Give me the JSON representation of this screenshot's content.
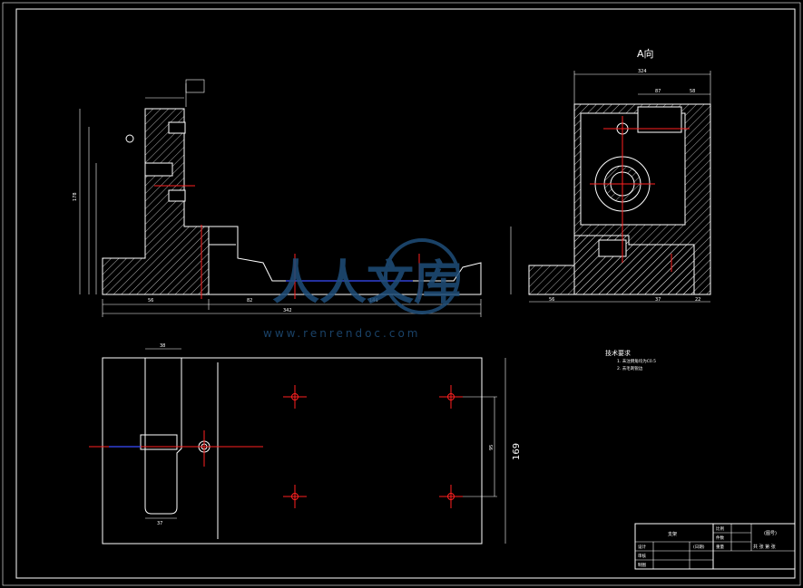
{
  "view_label": "A向",
  "technical_requirements": {
    "title": "技术要求",
    "items": [
      "1. 未注倒角均为C0.5",
      "2. 去毛刺锐边"
    ]
  },
  "watermark": {
    "brand": "人人文库",
    "url": "www.renrendoc.com"
  },
  "dimensions": {
    "front_bottom_1": "56",
    "front_bottom_2": "82",
    "front_bottom_3": "144",
    "front_total": "342",
    "front_height": "178",
    "side_top": "324",
    "side_sub_1": "87",
    "side_sub_2": "58",
    "side_bottom_1": "56",
    "side_bottom_2": "37",
    "side_bottom_3": "22",
    "plan_top": "38",
    "plan_bottom": "37",
    "plan_height": "169",
    "plan_side": "95"
  },
  "title_block": {
    "cell_1": "支架",
    "cell_2": "比例",
    "cell_3": "件数",
    "cell_4": "重量",
    "cell_5": "(图号)",
    "cell_6": "设计",
    "cell_7": "(日期)",
    "cell_8": "审核",
    "cell_9": "制图",
    "cell_10": "共 张 第 张"
  }
}
